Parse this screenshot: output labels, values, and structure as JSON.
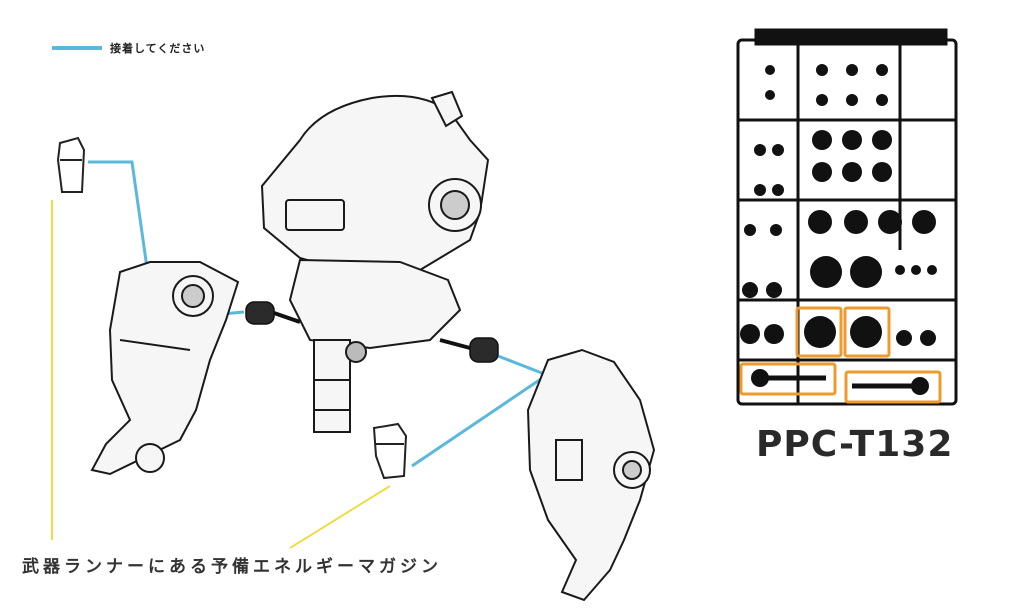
{
  "legend": {
    "label": "接着してください",
    "line_color": "#5bb8dd"
  },
  "caption": {
    "text": "武器ランナーにある予備エネルギーマガジン",
    "pointer_color": "#f0d930"
  },
  "runner": {
    "code": "PPC-T132",
    "highlight_color": "#ef9a2c"
  }
}
